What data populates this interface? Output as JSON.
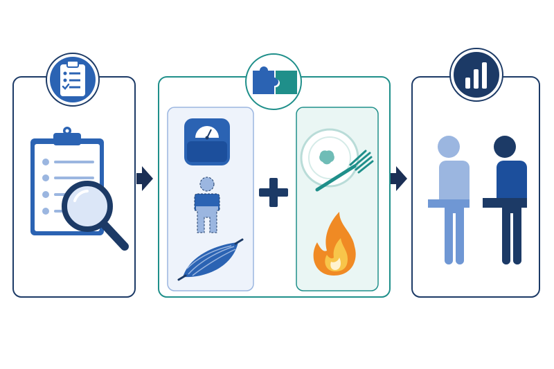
{
  "colors": {
    "navy": "#1c3a66",
    "blue": "#2b63b3",
    "light_blue": "#9bb6e0",
    "pale_blue_panel": "#eef3fb",
    "teal": "#1f8f8a",
    "pale_teal_panel": "#eaf6f4",
    "orange": "#f08a24",
    "yellow": "#f8c54a",
    "arrow": "#1b2f55"
  },
  "steps": [
    {
      "id": "assessment",
      "icon": "clipboard-checklist-icon",
      "illustration": "clipboard-magnifier-icon"
    },
    {
      "id": "combination",
      "icon": "puzzle-pieces-icon",
      "groups": [
        {
          "id": "body",
          "items": [
            "weighing-scale-icon",
            "body-composition-icon",
            "muscle-icon"
          ]
        },
        {
          "id": "energy",
          "items": [
            "plate-fork-icon",
            "flame-icon"
          ]
        }
      ],
      "joiner": "plus-icon"
    },
    {
      "id": "outcome",
      "icon": "bar-chart-icon",
      "illustration": "two-people-icon"
    }
  ],
  "connectors": [
    "arrow-right-icon",
    "arrow-right-icon"
  ]
}
